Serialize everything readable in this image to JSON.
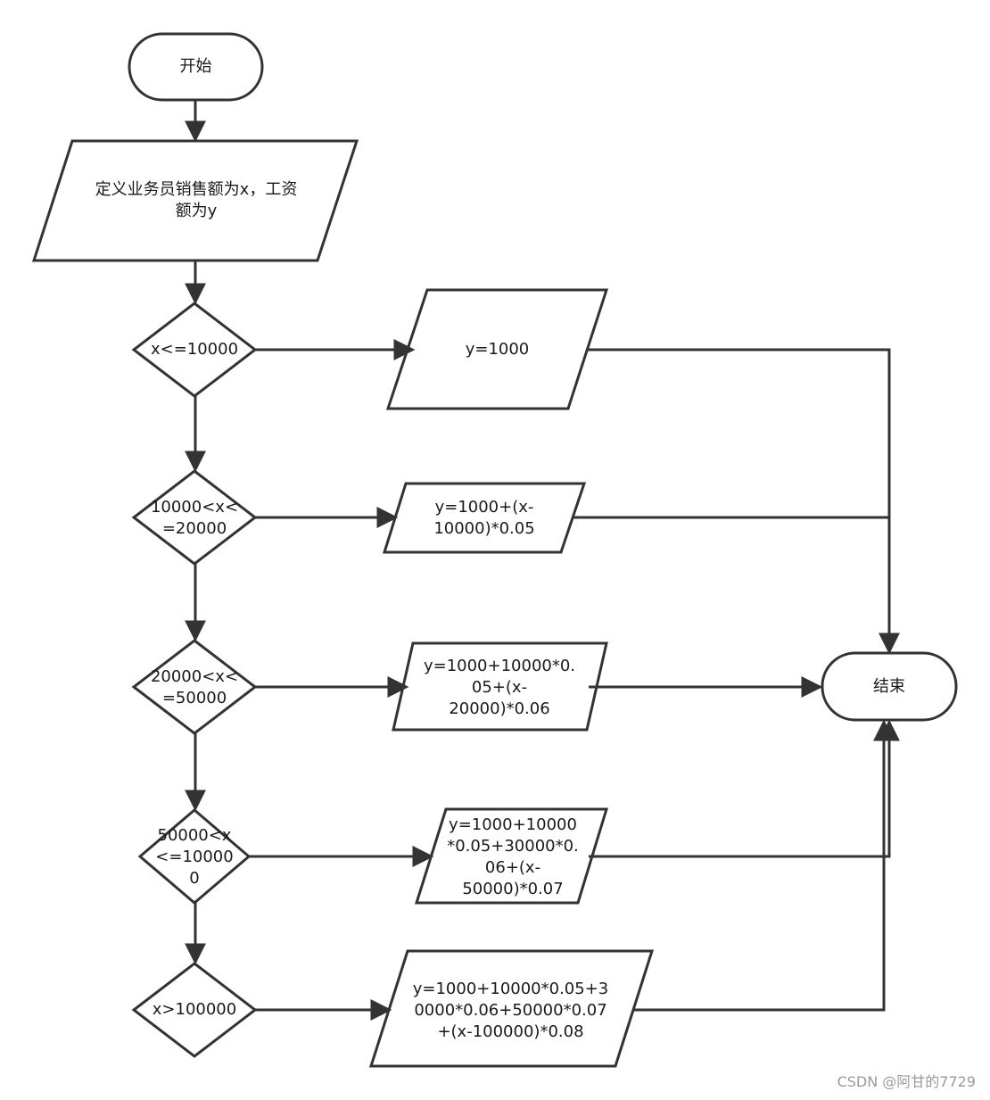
{
  "nodes": {
    "start": "开始",
    "define": [
      "定义业务员销售额为x，工资",
      "额为y"
    ],
    "cond1": [
      "x<=10000"
    ],
    "cond2": [
      "10000<x<",
      "=20000"
    ],
    "cond3": [
      "20000<x<",
      "=50000"
    ],
    "cond4": [
      "50000<x",
      "<=10000",
      "0"
    ],
    "cond5": [
      "x>100000"
    ],
    "out1": [
      "y=1000"
    ],
    "out2": [
      "y=1000+(x-",
      "10000)*0.05"
    ],
    "out3": [
      "y=1000+10000*0.",
      "05+(x-",
      "20000)*0.06"
    ],
    "out4": [
      "y=1000+10000",
      "*0.05+30000*0.",
      "06+(x-",
      "50000)*0.07"
    ],
    "out5": [
      "y=1000+10000*0.05+3",
      "0000*0.06+50000*0.07",
      "+(x-100000)*0.08"
    ],
    "end": "结束"
  },
  "watermark": "CSDN @阿甘的7729",
  "colors": {
    "stroke": "#333333",
    "fill": "#ffffff",
    "text": "#1a1a1a"
  }
}
